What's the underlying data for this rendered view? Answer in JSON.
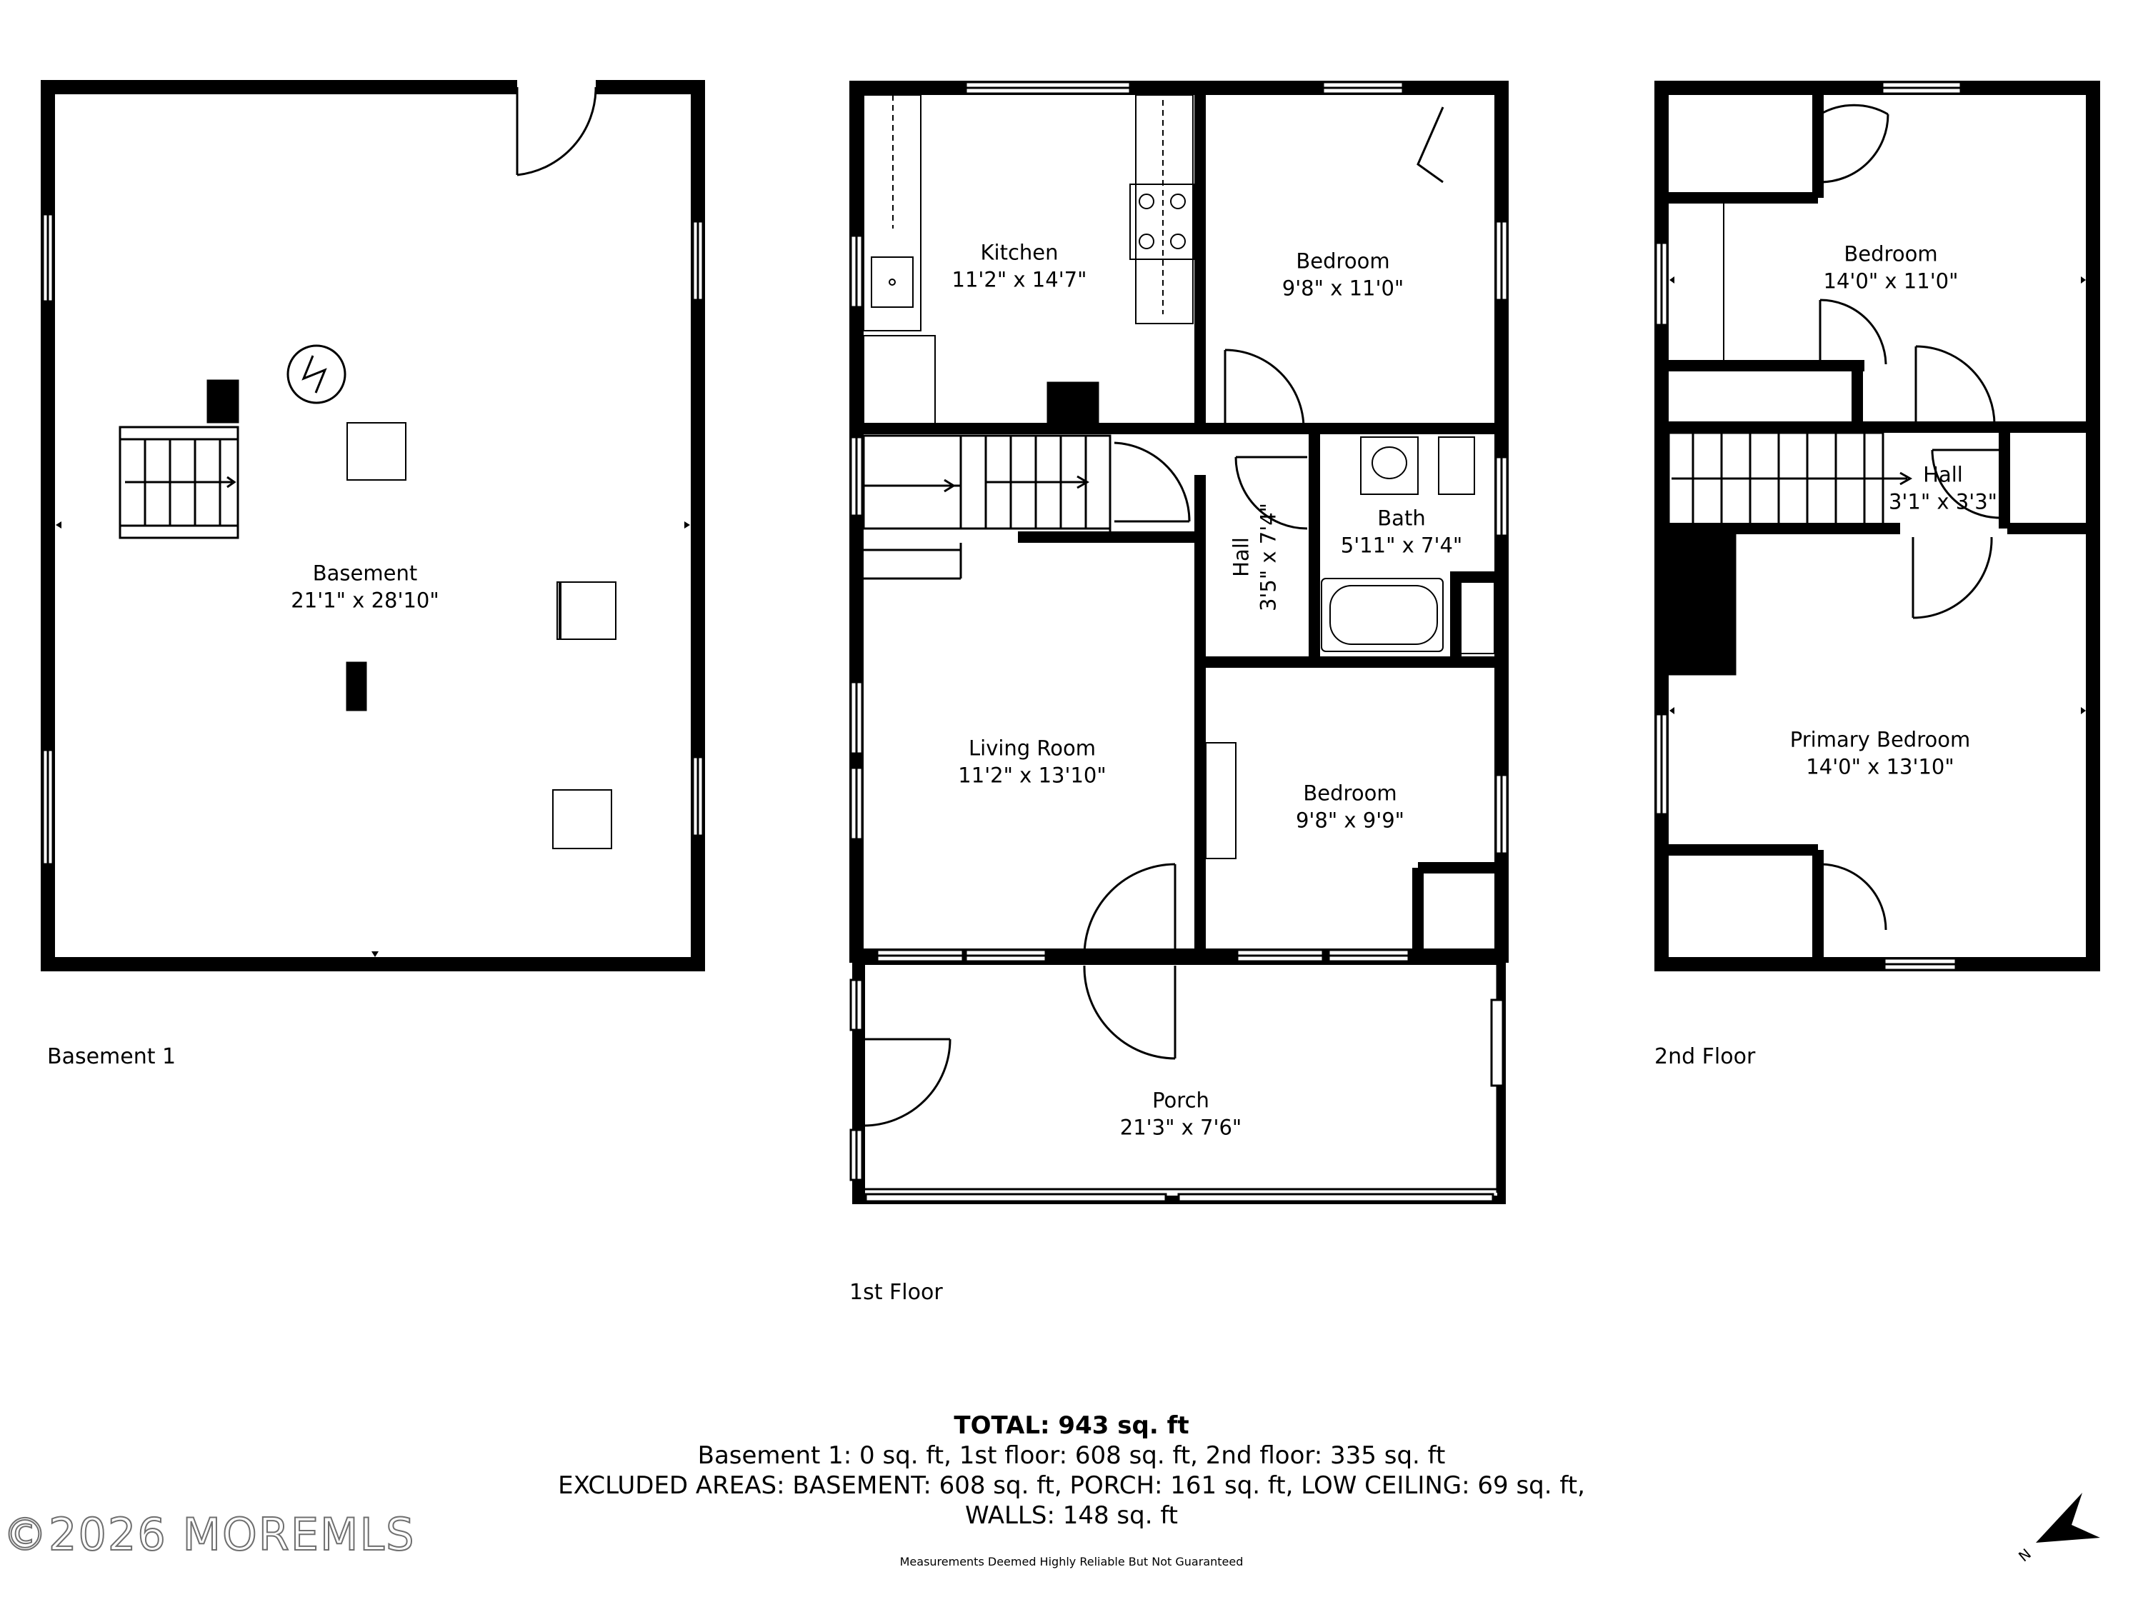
{
  "floors": {
    "basement": {
      "label": "Basement 1",
      "rooms": {
        "basement": {
          "name": "Basement",
          "dim": "21'1\" x 28'10\""
        }
      }
    },
    "first": {
      "label": "1st Floor",
      "rooms": {
        "kitchen": {
          "name": "Kitchen",
          "dim": "11'2\" x 14'7\""
        },
        "bedroom_ne": {
          "name": "Bedroom",
          "dim": "9'8\" x 11'0\""
        },
        "hall": {
          "name": "Hall",
          "dim": "3'5\" x 7'4\""
        },
        "bath": {
          "name": "Bath",
          "dim": "5'11\" x 7'4\""
        },
        "living": {
          "name": "Living Room",
          "dim": "11'2\" x 13'10\""
        },
        "bedroom_se": {
          "name": "Bedroom",
          "dim": "9'8\" x 9'9\""
        },
        "porch": {
          "name": "Porch",
          "dim": "21'3\" x 7'6\""
        }
      }
    },
    "second": {
      "label": "2nd Floor",
      "rooms": {
        "bedroom": {
          "name": "Bedroom",
          "dim": "14'0\" x 11'0\""
        },
        "hall": {
          "name": "Hall",
          "dim": "3'1\" x 3'3\""
        },
        "primary": {
          "name": "Primary Bedroom",
          "dim": "14'0\" x 13'10\""
        }
      }
    }
  },
  "totals": {
    "total": "TOTAL: 943 sq. ft",
    "breakdown": "Basement 1: 0 sq. ft, 1st floor: 608 sq. ft, 2nd floor: 335 sq. ft",
    "excluded_1": "EXCLUDED AREAS: BASEMENT: 608 sq. ft, PORCH: 161 sq. ft, LOW CEILING: 69 sq. ft,",
    "excluded_2": "WALLS: 148 sq. ft"
  },
  "disclaimer": "Measurements Deemed Highly Reliable But Not Guaranteed",
  "watermark": "©2026 MOREMLS",
  "compass": {
    "letter": "N",
    "icon": "north-arrow-icon"
  }
}
